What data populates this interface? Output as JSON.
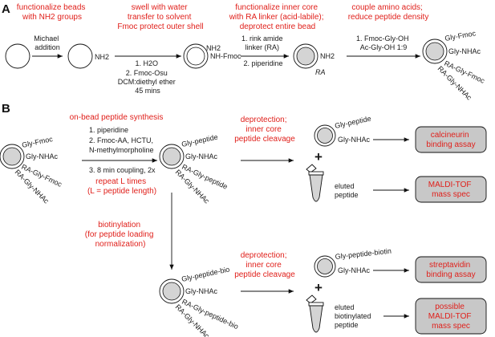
{
  "colors": {
    "accent_red": "#e0201b",
    "bead_gray": "#d4d4d4",
    "box_gray": "#c8c8c8",
    "ink": "#111111"
  },
  "panel_a": {
    "label": "A",
    "captions": [
      [
        "functionalize beads",
        "with NH2 groups"
      ],
      [
        "swell with water",
        "transfer to solvent",
        "Fmoc protect outer shell"
      ],
      [
        "functionalize inner core",
        "with RA linker (acid-labile);",
        "deprotect entire bead"
      ],
      [
        "couple amino acids;",
        "reduce peptide density"
      ]
    ],
    "step1": [
      "Michael",
      "addition"
    ],
    "step2": [
      "1. H2O",
      "2. Fmoc-Osu",
      "DCM:diethyl ether",
      "45 mins"
    ],
    "step3": [
      "1. rink amide",
      "linker (RA)",
      "2. piperidine"
    ],
    "step4": [
      "1. Fmoc-Gly-OH",
      "Ac-Gly-OH 1:9"
    ],
    "bead_nh2": "NH2",
    "bead2_labels": [
      "NH2",
      "NH-Fmoc"
    ],
    "bead3_labels": [
      "NH2",
      "RA"
    ],
    "bead4_labels": [
      "Gly-Fmoc",
      "Gly-NHAc",
      "RA-Gly-Fmoc",
      "RA-Gly-NHAc"
    ]
  },
  "panel_b": {
    "label": "B",
    "start_labels": [
      "Gly-Fmoc",
      "Gly-NHAc",
      "RA-Gly-Fmoc",
      "RA-Gly-NHAc"
    ],
    "synthesis_caption": "on-bead peptide synthesis",
    "synthesis_steps": [
      "1. piperidine",
      "2. Fmoc-AA, HCTU,",
      "N-methylmorpholine",
      "3.  8 min coupling, 2x"
    ],
    "repeat": [
      "repeat L times",
      "(L = peptide length)"
    ],
    "mid_labels": [
      "Gly-peptide",
      "Gly-NHAc",
      "RA-Gly-peptide",
      "RA-Gly-NHAc"
    ],
    "cleave_caption": [
      "deprotection;",
      "inner core",
      "peptide cleavage"
    ],
    "top_bead_labels": [
      "Gly-peptide",
      "Gly-NHAc"
    ],
    "plus": "+",
    "eluted": [
      "eluted",
      "peptide"
    ],
    "box1": [
      "calcineurin",
      "binding assay"
    ],
    "box2": [
      "MALDI-TOF",
      "mass spec"
    ],
    "biotin_caption": [
      "biotinylation",
      "(for peptide loading",
      "normalization)"
    ],
    "bio_labels": [
      "Gly-peptide-bio",
      "Gly-NHAc",
      "RA-Gly-peptide-bio",
      "RA-Gly-NHAc"
    ],
    "cleave_caption2": [
      "deprotection;",
      "inner core",
      "peptide cleavage"
    ],
    "bot_bead_labels": [
      "Gly-peptide-biotin",
      "Gly-NHAc"
    ],
    "plus2": "+",
    "eluted2": [
      "eluted",
      "biotinylated",
      "peptide"
    ],
    "box3": [
      "streptavidin",
      "binding assay"
    ],
    "box4": [
      "possible",
      "MALDI-TOF",
      "mass spec"
    ]
  }
}
